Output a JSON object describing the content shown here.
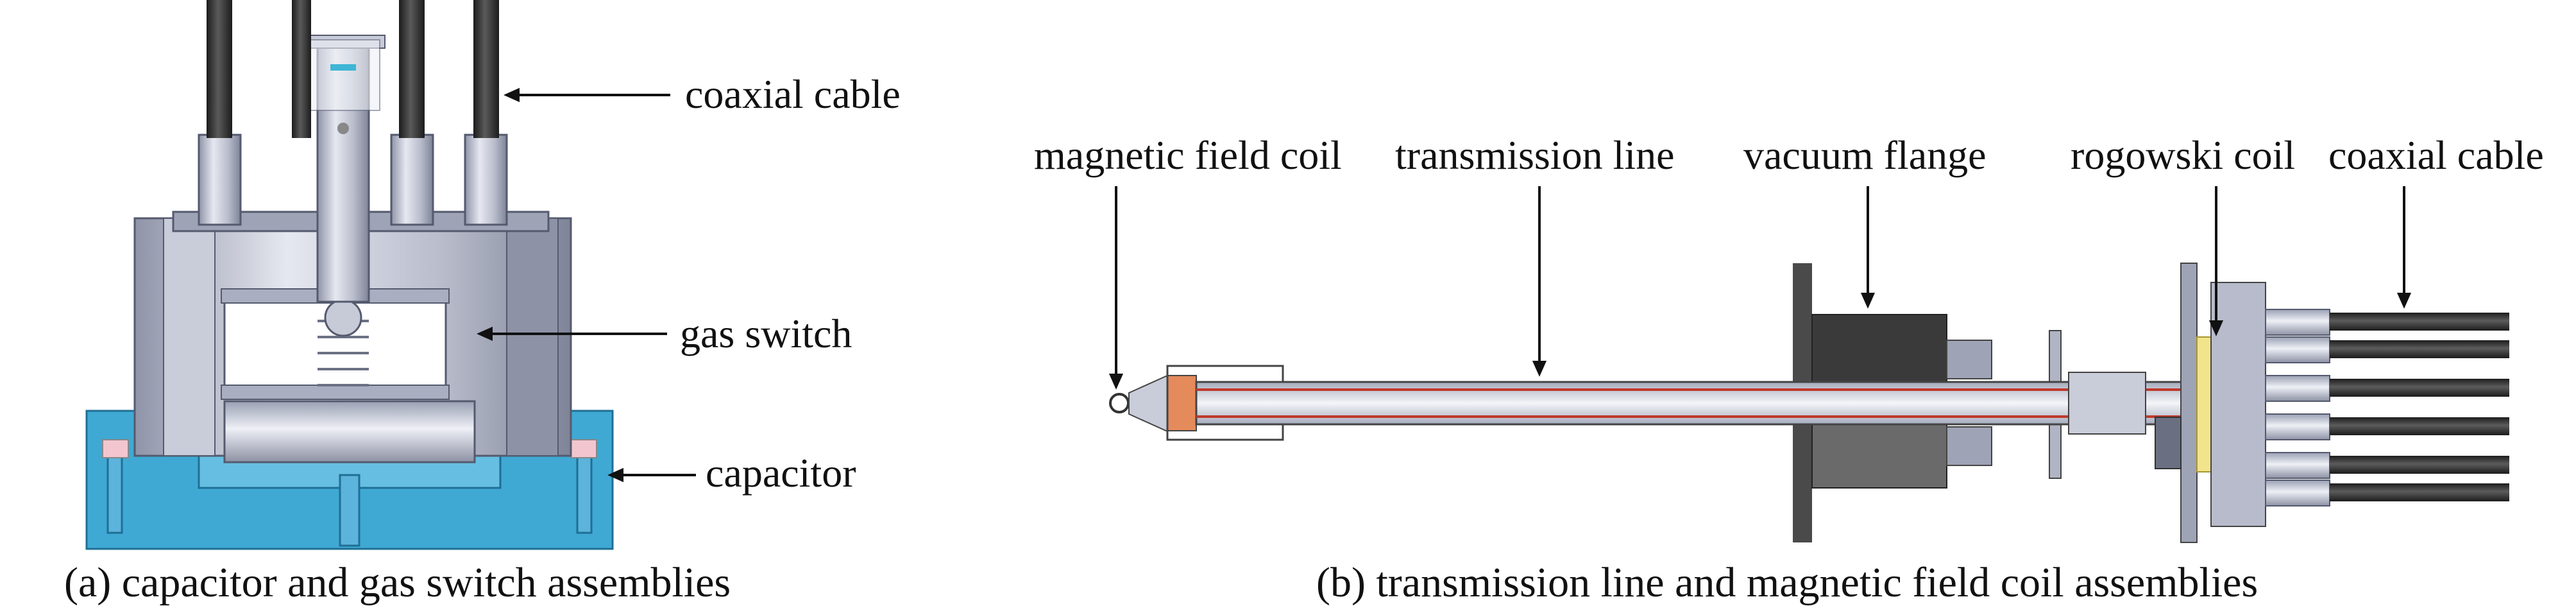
{
  "panel_a": {
    "labels": {
      "coaxial_cable": "coaxial cable",
      "gas_switch": "gas switch",
      "capacitor": "capacitor"
    },
    "caption": "(a) capacitor and gas switch assemblies"
  },
  "panel_b": {
    "labels": {
      "magnetic_field_coil": "magnetic field coil",
      "transmission_line": "transmission line",
      "vacuum_flange": "vacuum flange",
      "rogowski_coil": "rogowski coil",
      "coaxial_cable": "coaxial cable"
    },
    "caption": "(b) transmission line and magnetic field coil assemblies"
  },
  "colors": {
    "capacitor_blue": "#3fa9d4",
    "cable_dark": "#2b2b2b",
    "housing_grey": "#b8bcc8",
    "conductor_red": "#c0392b",
    "flange_dark": "#4a4a4a",
    "rogowski_yellow": "#f2e48a"
  }
}
